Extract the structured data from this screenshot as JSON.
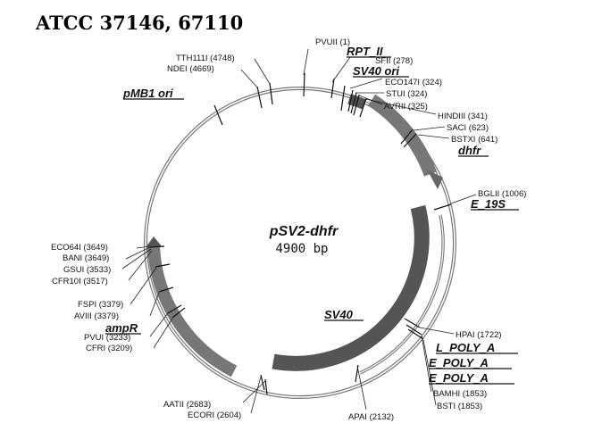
{
  "header": {
    "title": "ATCC 37146, 67110"
  },
  "plasmid": {
    "name": "pSV2-dhfr",
    "size": "4900 bp"
  },
  "features": [
    {
      "label": "RPT_II",
      "underline": true
    },
    {
      "label": "SV40 ori",
      "underline": true
    },
    {
      "label": "pMB1 ori",
      "underline": true
    },
    {
      "label": "dhfr",
      "underline": true
    },
    {
      "label": "E_19S",
      "underline": true
    },
    {
      "label": "SV40",
      "underline": true
    },
    {
      "label": "ampR",
      "underline": true
    },
    {
      "label": "L_POLY_A",
      "underline": true
    },
    {
      "label": "E_POLY_A",
      "underline": true
    },
    {
      "label": "E_POLY_A",
      "underline": true
    }
  ],
  "sites": [
    {
      "label": "PVUII (1)"
    },
    {
      "label": "SFII (278)"
    },
    {
      "label": "ECO147I (324)"
    },
    {
      "label": "STUI (324)"
    },
    {
      "label": "AVRII (325)"
    },
    {
      "label": "HINDIII (341)"
    },
    {
      "label": "SACI (623)"
    },
    {
      "label": "BSTXI (641)"
    },
    {
      "label": "BGLII (1006)"
    },
    {
      "label": "HPAI (1722)"
    },
    {
      "label": "BAMHI (1853)"
    },
    {
      "label": "BSTI (1853)"
    },
    {
      "label": "APAI (2132)"
    },
    {
      "label": "ECORI (2604)"
    },
    {
      "label": "AATII (2683)"
    },
    {
      "label": "CFRI (3209)"
    },
    {
      "label": "PVUI (3233)"
    },
    {
      "label": "AVIII (3379)"
    },
    {
      "label": "FSPI (3379)"
    },
    {
      "label": "CFR10I (3517)"
    },
    {
      "label": "GSUI (3533)"
    },
    {
      "label": "BANI (3649)"
    },
    {
      "label": "ECO64I (3649)"
    },
    {
      "label": "NDEI (4669)"
    },
    {
      "label": "TTH111I (4748)"
    }
  ]
}
